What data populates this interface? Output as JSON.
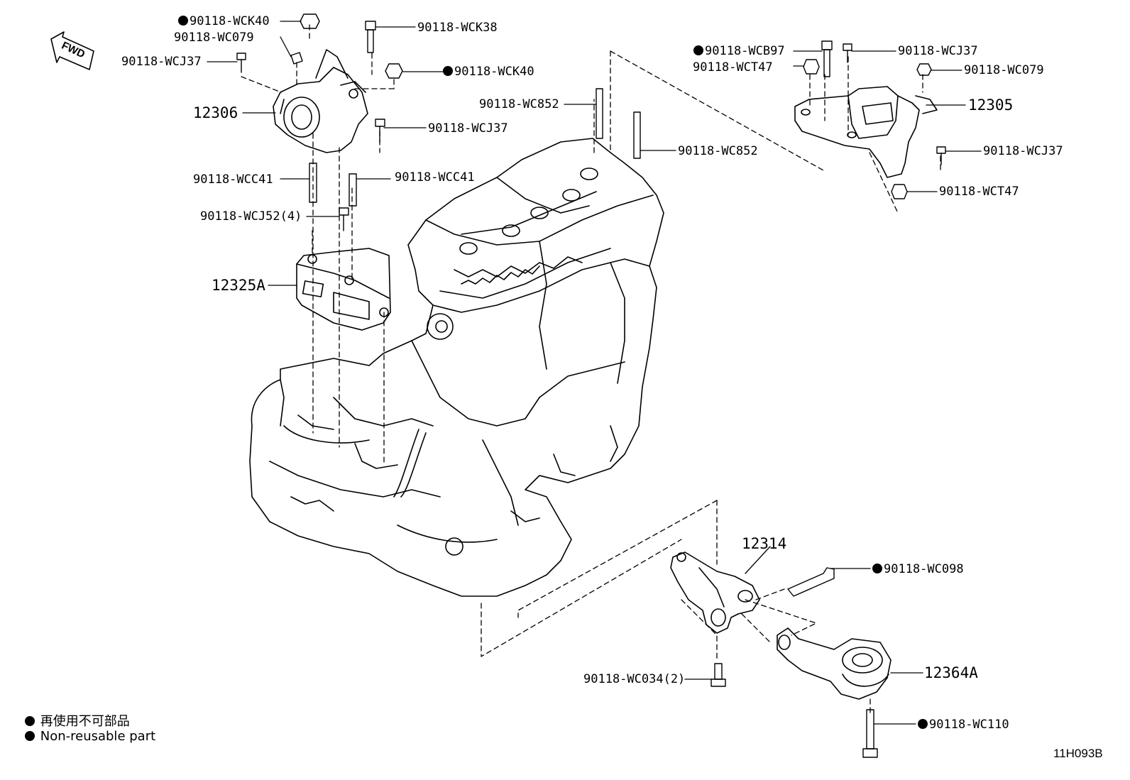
{
  "direction_arrow": "FWD",
  "part_labels": {
    "p12306": "12306",
    "p12305": "12305",
    "p12325A": "12325A",
    "p12314": "12314",
    "p12364A": "12364A"
  },
  "fastener_labels": {
    "wck40_top": "90118-WCK40",
    "wc079_left": "90118-WC079",
    "wcj37_left": "90118-WCJ37",
    "wck38": "90118-WCK38",
    "wck40_right": "90118-WCK40",
    "wcj37_mid": "90118-WCJ37",
    "wcc41_left": "90118-WCC41",
    "wcc41_right": "90118-WCC41",
    "wcj52": "90118-WCJ52(4)",
    "wc852_top": "90118-WC852",
    "wc852_bottom": "90118-WC852",
    "wcb97": "90118-WCB97",
    "wct47_top": "90118-WCT47",
    "wcj37_top_right": "90118-WCJ37",
    "wc079_right": "90118-WC079",
    "wcj37_right": "90118-WCJ37",
    "wct47_bottom": "90118-WCT47",
    "wc098": "90118-WC098",
    "wc034": "90118-WC034(2)",
    "wc110": "90118-WC110"
  },
  "legend": {
    "jp": "再使用不可部品",
    "en": "Non-reusable part"
  },
  "diagram_code": "11H093B"
}
